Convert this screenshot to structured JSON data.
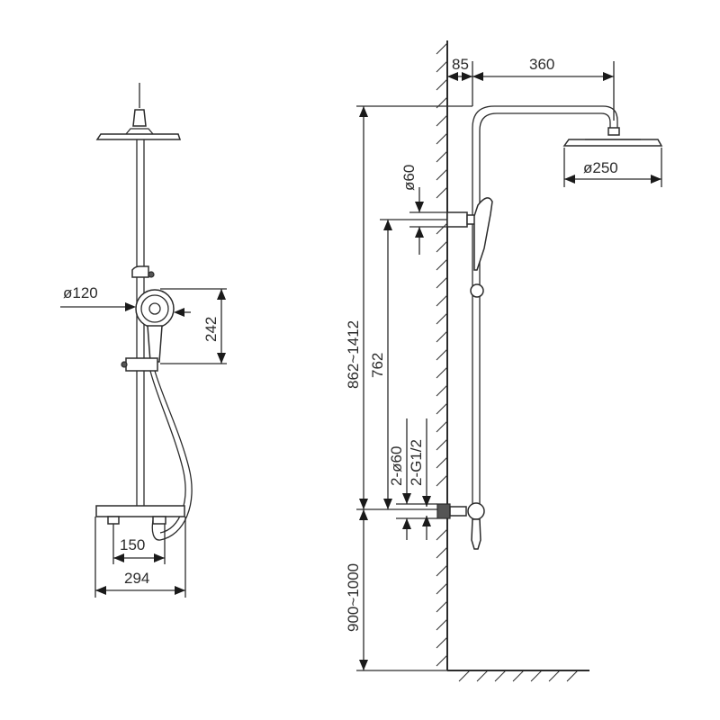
{
  "front_view": {
    "hand_shower_diameter": "ø120",
    "hand_shower_height": "242",
    "inlet_spacing": "150",
    "mixer_width": "294"
  },
  "side_view": {
    "wall_offset": "85",
    "arm_reach": "360",
    "head_diameter": "ø250",
    "flange_diameter": "ø60",
    "inlet_flanges": "2-ø60",
    "inlet_threads": "2-G1/2",
    "riser_range": "862~1412",
    "bracket_spacing": "762",
    "mixer_height_range": "900~1000"
  }
}
